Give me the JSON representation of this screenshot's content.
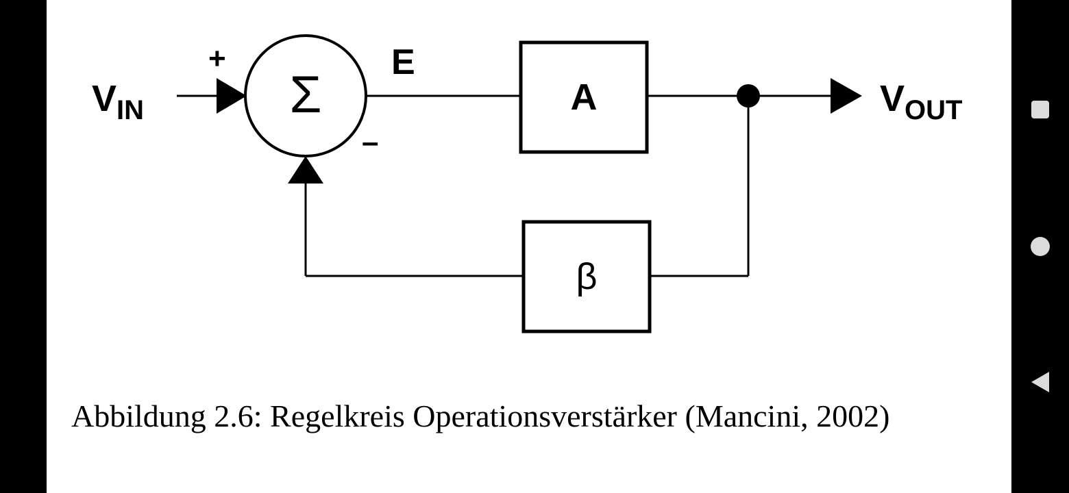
{
  "diagram": {
    "input_label": {
      "main": "V",
      "sub": "IN"
    },
    "output_label": {
      "main": "V",
      "sub": "OUT"
    },
    "plus_sign": "+",
    "minus_sign": "–",
    "error_label": "E",
    "summing_symbol": "Σ",
    "forward_block": "A",
    "feedback_block": "β"
  },
  "caption": "Abbildung 2.6: Regelkreis Operationsverstärker (Mancini, 2002)",
  "navigation": {
    "buttons": [
      "recents-square-icon",
      "home-circle-icon",
      "back-triangle-icon"
    ]
  }
}
